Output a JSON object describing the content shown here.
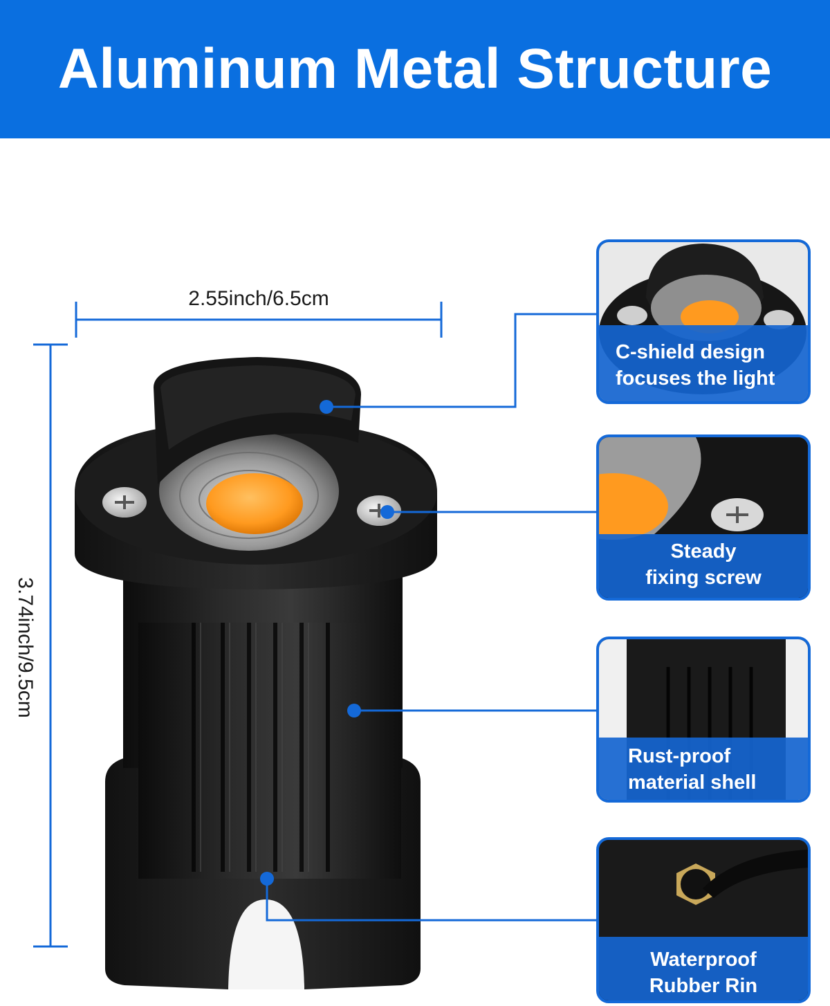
{
  "header": {
    "title": "Aluminum Metal Structure"
  },
  "dimensions": {
    "width_label": "2.55inch/6.5cm",
    "height_label": "3.74inch/9.5cm"
  },
  "features": [
    {
      "label_line1": "C-shield design",
      "label_line2": "focuses the light"
    },
    {
      "label_line1": "Steady",
      "label_line2": "fixing screw"
    },
    {
      "label_line1": "Rust-proof",
      "label_line2": "material shell"
    },
    {
      "label_line1": "Waterproof",
      "label_line2": "Rubber Rin"
    }
  ],
  "colors": {
    "banner": "#0a6fe0",
    "accent": "#1469d8",
    "light": "#ff9a1f",
    "body": "#141414"
  }
}
